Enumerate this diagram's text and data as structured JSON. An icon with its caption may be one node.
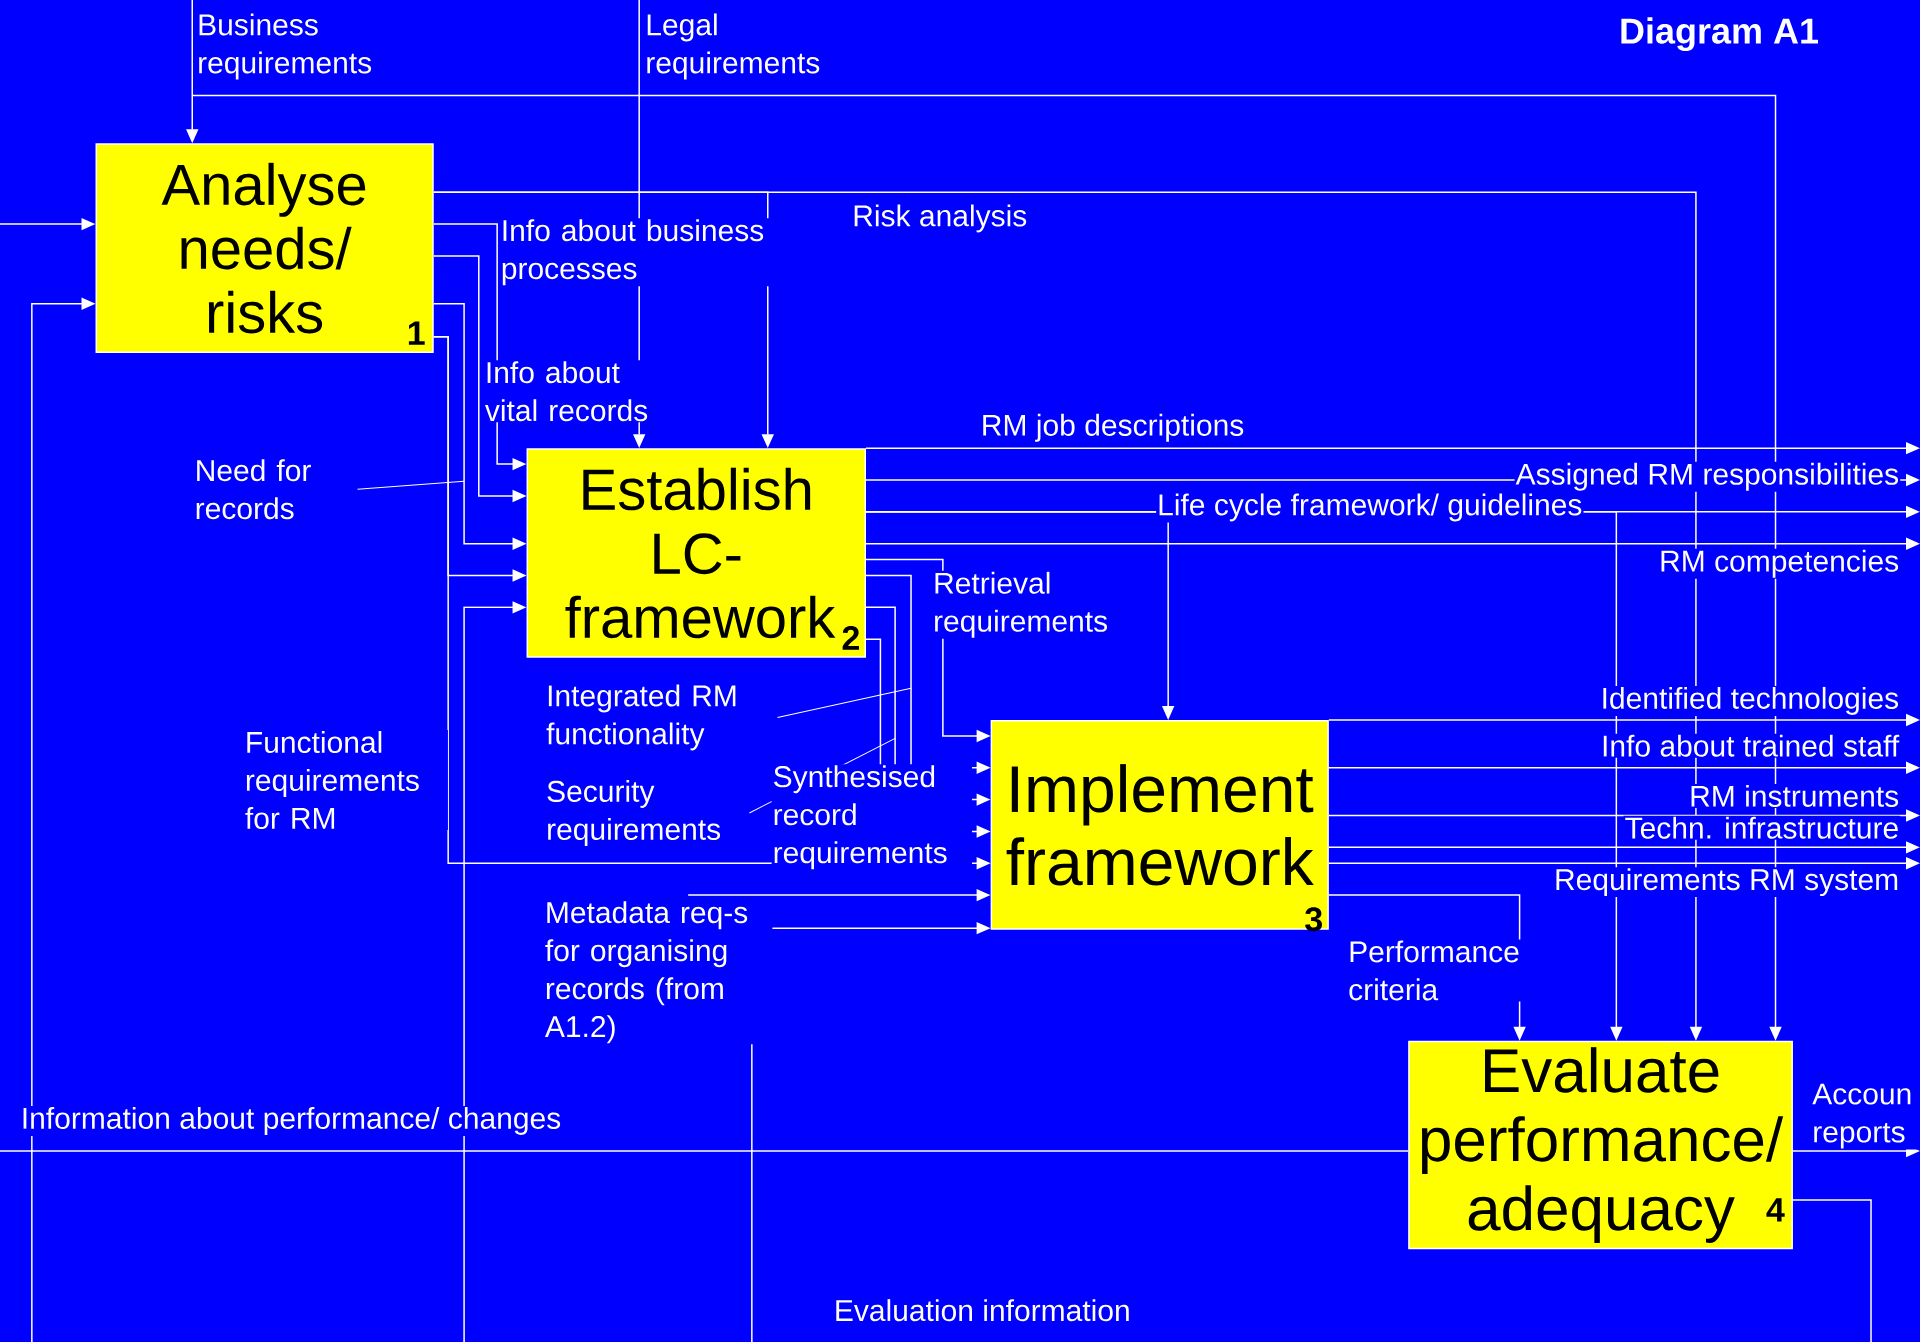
{
  "diagram": {
    "title": "Diagram A1",
    "nodes": [
      {
        "text": [
          "Analyse needs/ risks",
          "1"
        ]
      },
      {
        "text": [
          "Establish LC- framework",
          "2"
        ]
      },
      {
        "text": [
          "Implement framework",
          "3"
        ]
      },
      {
        "text": [
          "Evaluate performance/ adequacy",
          "4"
        ]
      },
      {
        "text": [
          "Need for records"
        ]
      },
      {
        "text": [
          "Integrated RM functionality"
        ]
      },
      {
        "text": [
          "Security requirements"
        ]
      }
    ],
    "edges": [
      {
        "from": null,
        "to": 0,
        "arrow": "to",
        "label": "Business requirements"
      },
      {
        "from": null,
        "to": 3,
        "arrow": "to"
      },
      {
        "from": null,
        "to": 1,
        "arrow": "to",
        "label": "Legal requirements"
      },
      {
        "from": null,
        "to": 0,
        "arrow": "to"
      },
      {
        "from": 0,
        "to": 1,
        "arrow": "to"
      },
      {
        "from": 0,
        "to": 3,
        "arrow": "to",
        "label": "Risk analysis"
      },
      {
        "from": 0,
        "to": 1,
        "arrow": "to",
        "label": "Info about business processes"
      },
      {
        "from": 0,
        "to": 1,
        "arrow": "to",
        "label": "Info about vital records"
      },
      {
        "from": 0,
        "to": 1,
        "arrow": "to"
      },
      {
        "from": 0,
        "to": 1,
        "arrow": "to"
      },
      {
        "from": 0,
        "to": 2,
        "arrow": "to",
        "label": "Functional requirements for RM"
      },
      {
        "from": 3,
        "to": 1,
        "arrow": "to"
      },
      {
        "from": 3,
        "to": 2,
        "arrow": "to",
        "label": "Evaluation information"
      },
      {
        "from": 3,
        "to": 0,
        "arrow": "to"
      },
      {
        "from": 3,
        "to": null,
        "arrow": "none",
        "label": "Information about performance/ changes"
      },
      {
        "from": 1,
        "to": null,
        "arrow": "to",
        "label": "RM job descriptions"
      },
      {
        "from": 1,
        "to": null,
        "arrow": "to",
        "label": "Assigned RM responsibilities"
      },
      {
        "from": 1,
        "to": null,
        "arrow": "to",
        "label": "Life cycle framework/ guidelines"
      },
      {
        "from": 1,
        "to": 2,
        "arrow": "to"
      },
      {
        "from": 1,
        "to": 3,
        "arrow": "to"
      },
      {
        "from": 1,
        "to": null,
        "arrow": "to",
        "label": "RM competencies"
      },
      {
        "from": 1,
        "to": 2,
        "arrow": "to",
        "label": "Retrieval requirements"
      },
      {
        "from": 1,
        "to": 2,
        "arrow": "to"
      },
      {
        "from": 1,
        "to": 2,
        "arrow": "to"
      },
      {
        "from": 1,
        "to": 2,
        "arrow": "to",
        "label": "Synthesised record requirements"
      },
      {
        "from": null,
        "to": 2,
        "arrow": "to",
        "label": "Metadata req-s for organising records (from A1.2)"
      },
      {
        "from": 2,
        "to": null,
        "arrow": "to",
        "label": "Identified technologies"
      },
      {
        "from": 2,
        "to": null,
        "arrow": "to",
        "label": "Info about trained staff"
      },
      {
        "from": 2,
        "to": null,
        "arrow": "to",
        "label": "RM instruments"
      },
      {
        "from": 2,
        "to": null,
        "arrow": "to",
        "label": "Techn. infrastructure"
      },
      {
        "from": 2,
        "to": null,
        "arrow": "to",
        "label": "Requirements RM system"
      },
      {
        "from": 2,
        "to": 3,
        "arrow": "to",
        "label": "Performance criteria"
      },
      {
        "from": 3,
        "to": null,
        "arrow": "to",
        "label": "Accoun reports"
      },
      {
        "from": 4,
        "to": null,
        "arrow": "none"
      },
      {
        "from": 5,
        "to": null,
        "arrow": "none"
      },
      {
        "from": 6,
        "to": null,
        "arrow": "none"
      }
    ]
  }
}
